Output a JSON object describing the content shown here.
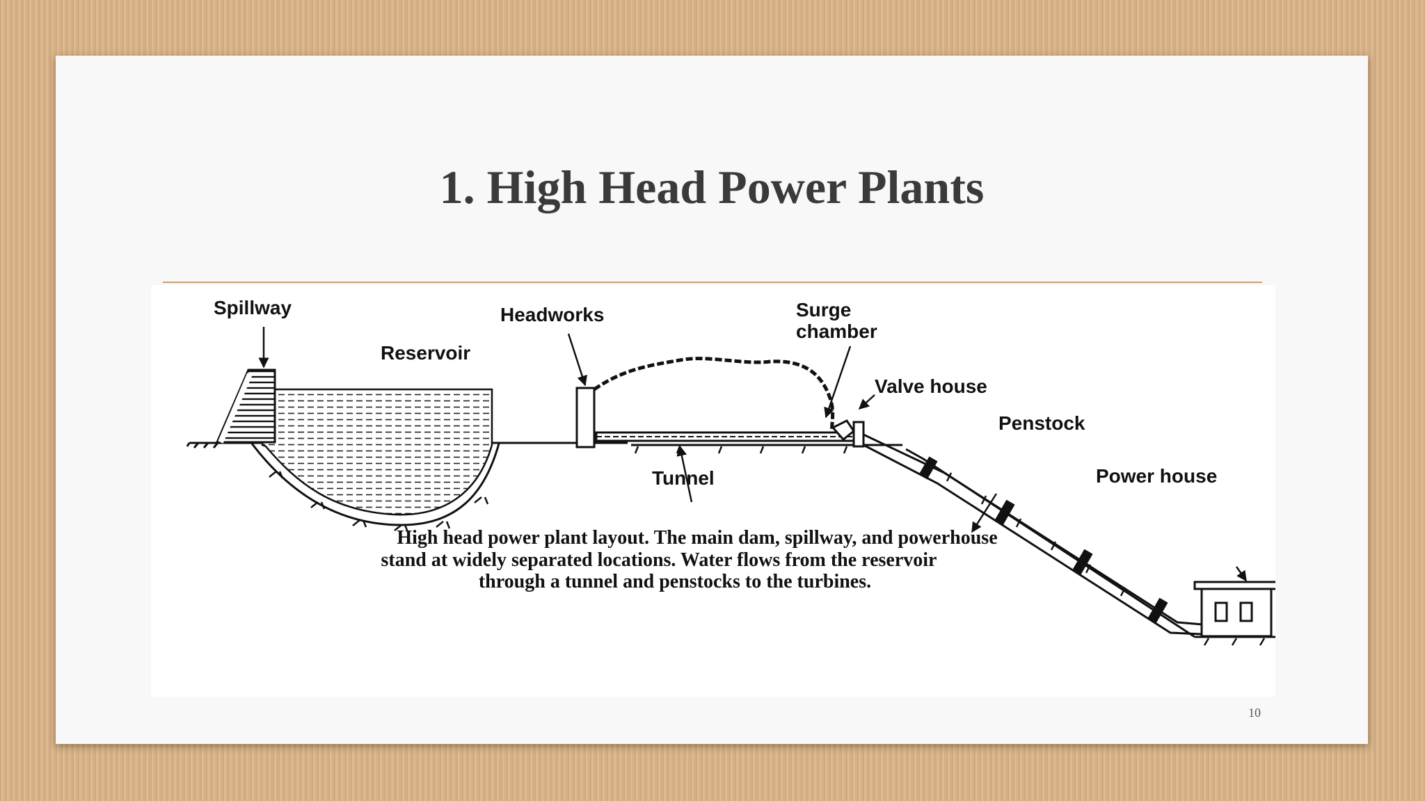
{
  "slide": {
    "title": "1. High Head Power Plants",
    "page_number": "10"
  },
  "diagram": {
    "labels": {
      "spillway": "Spillway",
      "reservoir": "Reservoir",
      "headworks": "Headworks",
      "surge_line1": "Surge",
      "surge_line2": "chamber",
      "valve_house": "Valve house",
      "penstock": "Penstock",
      "tunnel": "Tunnel",
      "power_house": "Power house"
    },
    "caption": {
      "line1": "High head power plant layout. The main dam, spillway, and powerhouse",
      "line2": "stand at widely separated locations. Water flows from the reservoir",
      "line3": "through a tunnel and penstocks to the turbines."
    }
  }
}
